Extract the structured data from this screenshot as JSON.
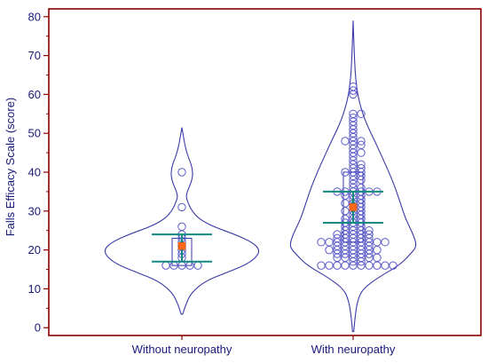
{
  "chart_data": {
    "type": "violin",
    "ylabel": "Falls Efficacy Scale (score)",
    "ylim": [
      -2,
      82
    ],
    "yticks": [
      0,
      10,
      20,
      30,
      40,
      50,
      60,
      70,
      80
    ],
    "grid": false,
    "colors": {
      "frame": "#8b0000",
      "violin": "#3a3aa8",
      "points": "#5a5ac8",
      "ci": "#138a80",
      "mean": "#ff6a1a",
      "text": "#1a1a7a"
    },
    "groups": [
      {
        "label": "Without neuropathy",
        "violin": {
          "ymin": 3.5,
          "ymax": 51.5,
          "profile": [
            [
              3.5,
              0.01
            ],
            [
              6,
              0.05
            ],
            [
              9,
              0.12
            ],
            [
              12,
              0.3
            ],
            [
              14,
              0.55
            ],
            [
              16,
              0.8
            ],
            [
              18,
              0.95
            ],
            [
              20,
              1.0
            ],
            [
              22,
              0.9
            ],
            [
              24,
              0.68
            ],
            [
              26,
              0.4
            ],
            [
              28,
              0.22
            ],
            [
              30,
              0.13
            ],
            [
              32,
              0.08
            ],
            [
              34,
              0.05
            ],
            [
              36,
              0.09
            ],
            [
              38,
              0.13
            ],
            [
              40,
              0.14
            ],
            [
              42,
              0.12
            ],
            [
              44,
              0.08
            ],
            [
              46,
              0.05
            ],
            [
              48,
              0.03
            ],
            [
              51.5,
              0.0
            ]
          ]
        },
        "points": [
          16,
          16,
          16,
          16,
          16,
          18,
          19,
          20,
          21,
          22,
          23,
          24,
          26,
          31,
          40
        ],
        "box": {
          "q1": 16,
          "median": 21,
          "q3": 23
        },
        "mean": 21,
        "ci": [
          17,
          24
        ],
        "inner_ci": [
          20,
          22.5
        ]
      },
      {
        "label": "With neuropathy",
        "violin": {
          "ymin": -1,
          "ymax": 79,
          "profile": [
            [
              -1,
              0.01
            ],
            [
              3,
              0.03
            ],
            [
              7,
              0.07
            ],
            [
              10,
              0.15
            ],
            [
              13,
              0.4
            ],
            [
              16,
              0.72
            ],
            [
              19,
              0.9
            ],
            [
              21,
              1.0
            ],
            [
              24,
              0.94
            ],
            [
              28,
              0.82
            ],
            [
              32,
              0.74
            ],
            [
              36,
              0.66
            ],
            [
              40,
              0.56
            ],
            [
              44,
              0.45
            ],
            [
              48,
              0.34
            ],
            [
              52,
              0.22
            ],
            [
              56,
              0.13
            ],
            [
              60,
              0.07
            ],
            [
              64,
              0.04
            ],
            [
              68,
              0.025
            ],
            [
              72,
              0.015
            ],
            [
              79,
              0.0
            ]
          ]
        },
        "points": [
          16,
          16,
          16,
          16,
          16,
          16,
          16,
          16,
          16,
          16,
          17,
          17,
          18,
          18,
          18,
          18,
          18,
          18,
          19,
          19,
          19,
          19,
          19,
          20,
          20,
          20,
          20,
          20,
          20,
          20,
          21,
          21,
          21,
          21,
          21,
          22,
          22,
          22,
          22,
          22,
          22,
          22,
          22,
          22,
          23,
          23,
          23,
          23,
          23,
          24,
          24,
          24,
          24,
          24,
          25,
          25,
          25,
          25,
          26,
          26,
          26,
          27,
          27,
          27,
          28,
          28,
          28,
          29,
          29,
          30,
          30,
          30,
          31,
          31,
          32,
          32,
          32,
          33,
          33,
          34,
          34,
          34,
          35,
          35,
          35,
          35,
          35,
          35,
          36,
          36,
          37,
          38,
          38,
          39,
          39,
          40,
          40,
          40,
          41,
          41,
          42,
          42,
          43,
          44,
          45,
          45,
          46,
          47,
          47,
          48,
          48,
          48,
          49,
          50,
          51,
          52,
          53,
          54,
          55,
          55,
          60,
          61,
          62
        ],
        "box": {
          "q1": 22,
          "median": 30,
          "q3": 40
        },
        "mean": 31,
        "ci": [
          27,
          35
        ],
        "inner_ci": [
          29.5,
          33
        ]
      }
    ]
  }
}
